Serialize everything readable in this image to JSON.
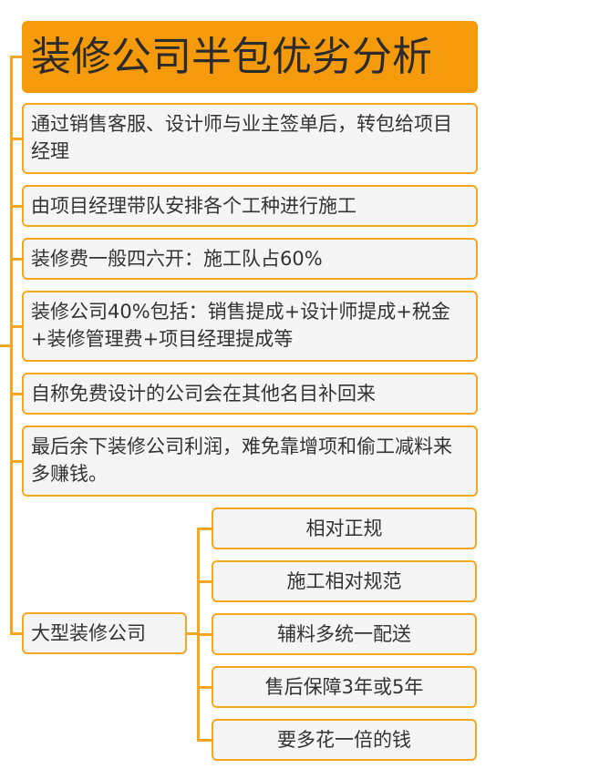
{
  "title": "装修公司半包优劣分析",
  "items": [
    "通过销售客服、设计师与业主签单后，转包给项目经理",
    "由项目经理带队安排各个工种进行施工",
    "装修费一般四六开：施工队占60%",
    "装修公司40%包括：销售提成+设计师提成+税金+装修管理费+项目经理提成等",
    "自称免费设计的公司会在其他名目补回来",
    "最后余下装修公司利润，难免靠增项和偷工减料来多赚钱。"
  ],
  "large_company": {
    "label": "大型装修公司",
    "children": [
      "相对正规",
      "施工相对规范",
      "辅料多统一配送",
      "售后保障3年或5年",
      "要多花一倍的钱"
    ]
  }
}
